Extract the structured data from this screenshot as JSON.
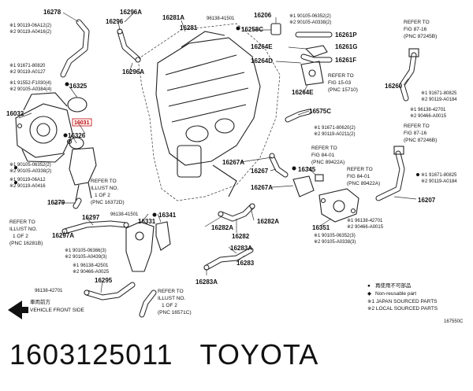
{
  "labels": {
    "p16278": "16278",
    "p16296A_top": "16296A",
    "p16296": "16296",
    "p16296A_mid": "16296A",
    "p16281A": "16281A",
    "p16281": "16281",
    "b9613841501_top": "96138-41501",
    "p16258C": "16258C",
    "p16206": "16206",
    "p16261P": "16261P",
    "p16264E_top": "16264E",
    "p16261G": "16261G",
    "p16264D": "16264D",
    "p16261F": "16261F",
    "p16264E_low": "16264E",
    "p16575C": "16575C",
    "p16260": "16260",
    "p16325": "16325",
    "p16032": "16032",
    "p16031": "16031",
    "p16326": "16326",
    "p16279": "16279",
    "p16297": "16297",
    "p16297A": "16297A",
    "b9613841501_mid": "96138-41501",
    "p16331": "16331",
    "p16341": "16341",
    "p16295": "16295",
    "p16267A_top": "16267A",
    "p16267": "16267",
    "p16345": "16345",
    "p16267A_low": "16267A",
    "p16282A_top": "16282A",
    "p16282A_low": "16282A",
    "p16282": "16282",
    "p16283A": "16283A",
    "p16283": "16283",
    "p16283A_low": "16283A",
    "p16351": "16351",
    "p16207": "16207"
  },
  "small_labels": {
    "a1": "※1 90119-06A12(2)",
    "a2": "※2 90119-A0416(2)",
    "b1": "※1 90105-06352(2)",
    "b2": "※2 90105-A0338(2)",
    "c1": "※1 91671-80820",
    "c2": "※2 90119-A0127",
    "d1": "※1 91552-F1030(4)",
    "d2": "※2 90105-A0384(4)",
    "e1": "※1 91671-80825",
    "e2": "※2 90119-A0184",
    "f1": "※1 96138-42701",
    "f2": "※2 90466-A0015",
    "g1": "※1 91671-80620(2)",
    "g2": "※2 90119-A0211(2)",
    "h1": "※1 90105-06352(2)",
    "h2": "※2 90105-A0338(2)",
    "i1": "※1 90119-06A12",
    "i2": "※2 90119-A0416",
    "j1": "※1 90105-06366(3)",
    "j2": "※2 90105-A0439(3)",
    "k1": "※1 96138-42501",
    "k2": "※2 90466-A0025",
    "l1": "96138-42701",
    "m1": "※1 96138-42701",
    "m2": "※2 90466-A0015",
    "n1": "※1 90105-06352(3)",
    "n2": "※2 90105-A0338(3)",
    "o1": "※1 91671-80825",
    "o2": "※2 90119-A0184"
  },
  "refs": {
    "r1_l1": "REFER TO",
    "r1_l2": "FIG 87-16",
    "r1_l3": "(PNC 87245B)",
    "r2_l1": "REFER TO",
    "r2_l2": "FIG 15-03",
    "r2_l3": "(PNC 15710)",
    "r3_l1": "REFER TO",
    "r3_l2": "FIG 87-16",
    "r3_l3": "(PNC 87246B)",
    "r4_l1": "REFER TO",
    "r4_l2": "FIG 84-01",
    "r4_l3": "(PNC 89422A)",
    "r5_l1": "REFER TO",
    "r5_l2": "FIG 84-01",
    "r5_l3": "(PNC 89422A)",
    "r6_l1": "REFER TO",
    "r6_l2": "ILLUST NO.",
    "r6_l3": "1 OF 2",
    "r6_l4": "(PNC 16372D)",
    "r7_l1": "REFER TO",
    "r7_l2": "ILLUST NO.",
    "r7_l3": "1 OF 2",
    "r7_l4": "(PNC 16281B)",
    "r8_l1": "REFER TO",
    "r8_l2": "ILLUST NO.",
    "r8_l3": "1 OF 2",
    "r8_l4": "(PNC 16571C)"
  },
  "legend": {
    "reuse": "再使用不可部品",
    "nonreuse": "Non-reusable part",
    "japan": "※1 JAPAN SOURCED PARTS",
    "local": "※2 LOCAL SOURCED PARTS"
  },
  "front": {
    "jp": "車両前方",
    "en": "VEHICLE FRONT SIDE"
  },
  "fig_code": "167550C",
  "caption": {
    "part_number": "1603125011",
    "brand": "TOYOTA"
  }
}
